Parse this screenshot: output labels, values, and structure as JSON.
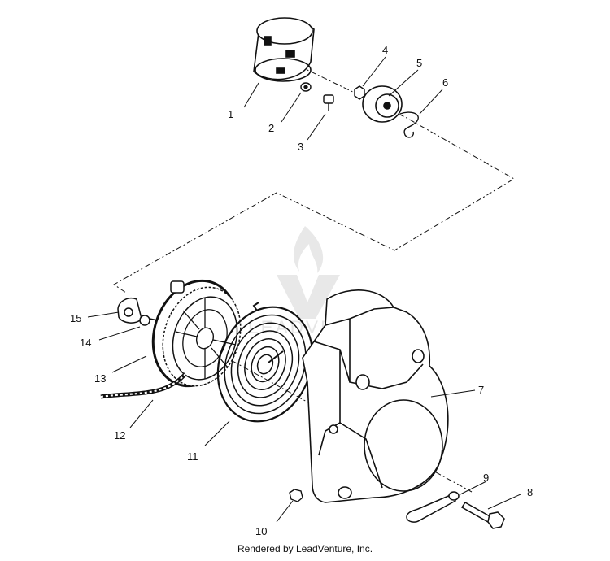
{
  "diagram": {
    "callouts": [
      "1",
      "2",
      "3",
      "4",
      "5",
      "6",
      "7",
      "8",
      "9",
      "10",
      "11",
      "12",
      "13",
      "14",
      "15"
    ]
  },
  "watermark": {
    "text": "LEADVENTURE",
    "icon": "flame-v-logo-icon"
  },
  "footer": {
    "text": "Rendered by LeadVenture, Inc."
  },
  "colors": {
    "line": "#111111",
    "watermark": "#e3e3e3"
  }
}
